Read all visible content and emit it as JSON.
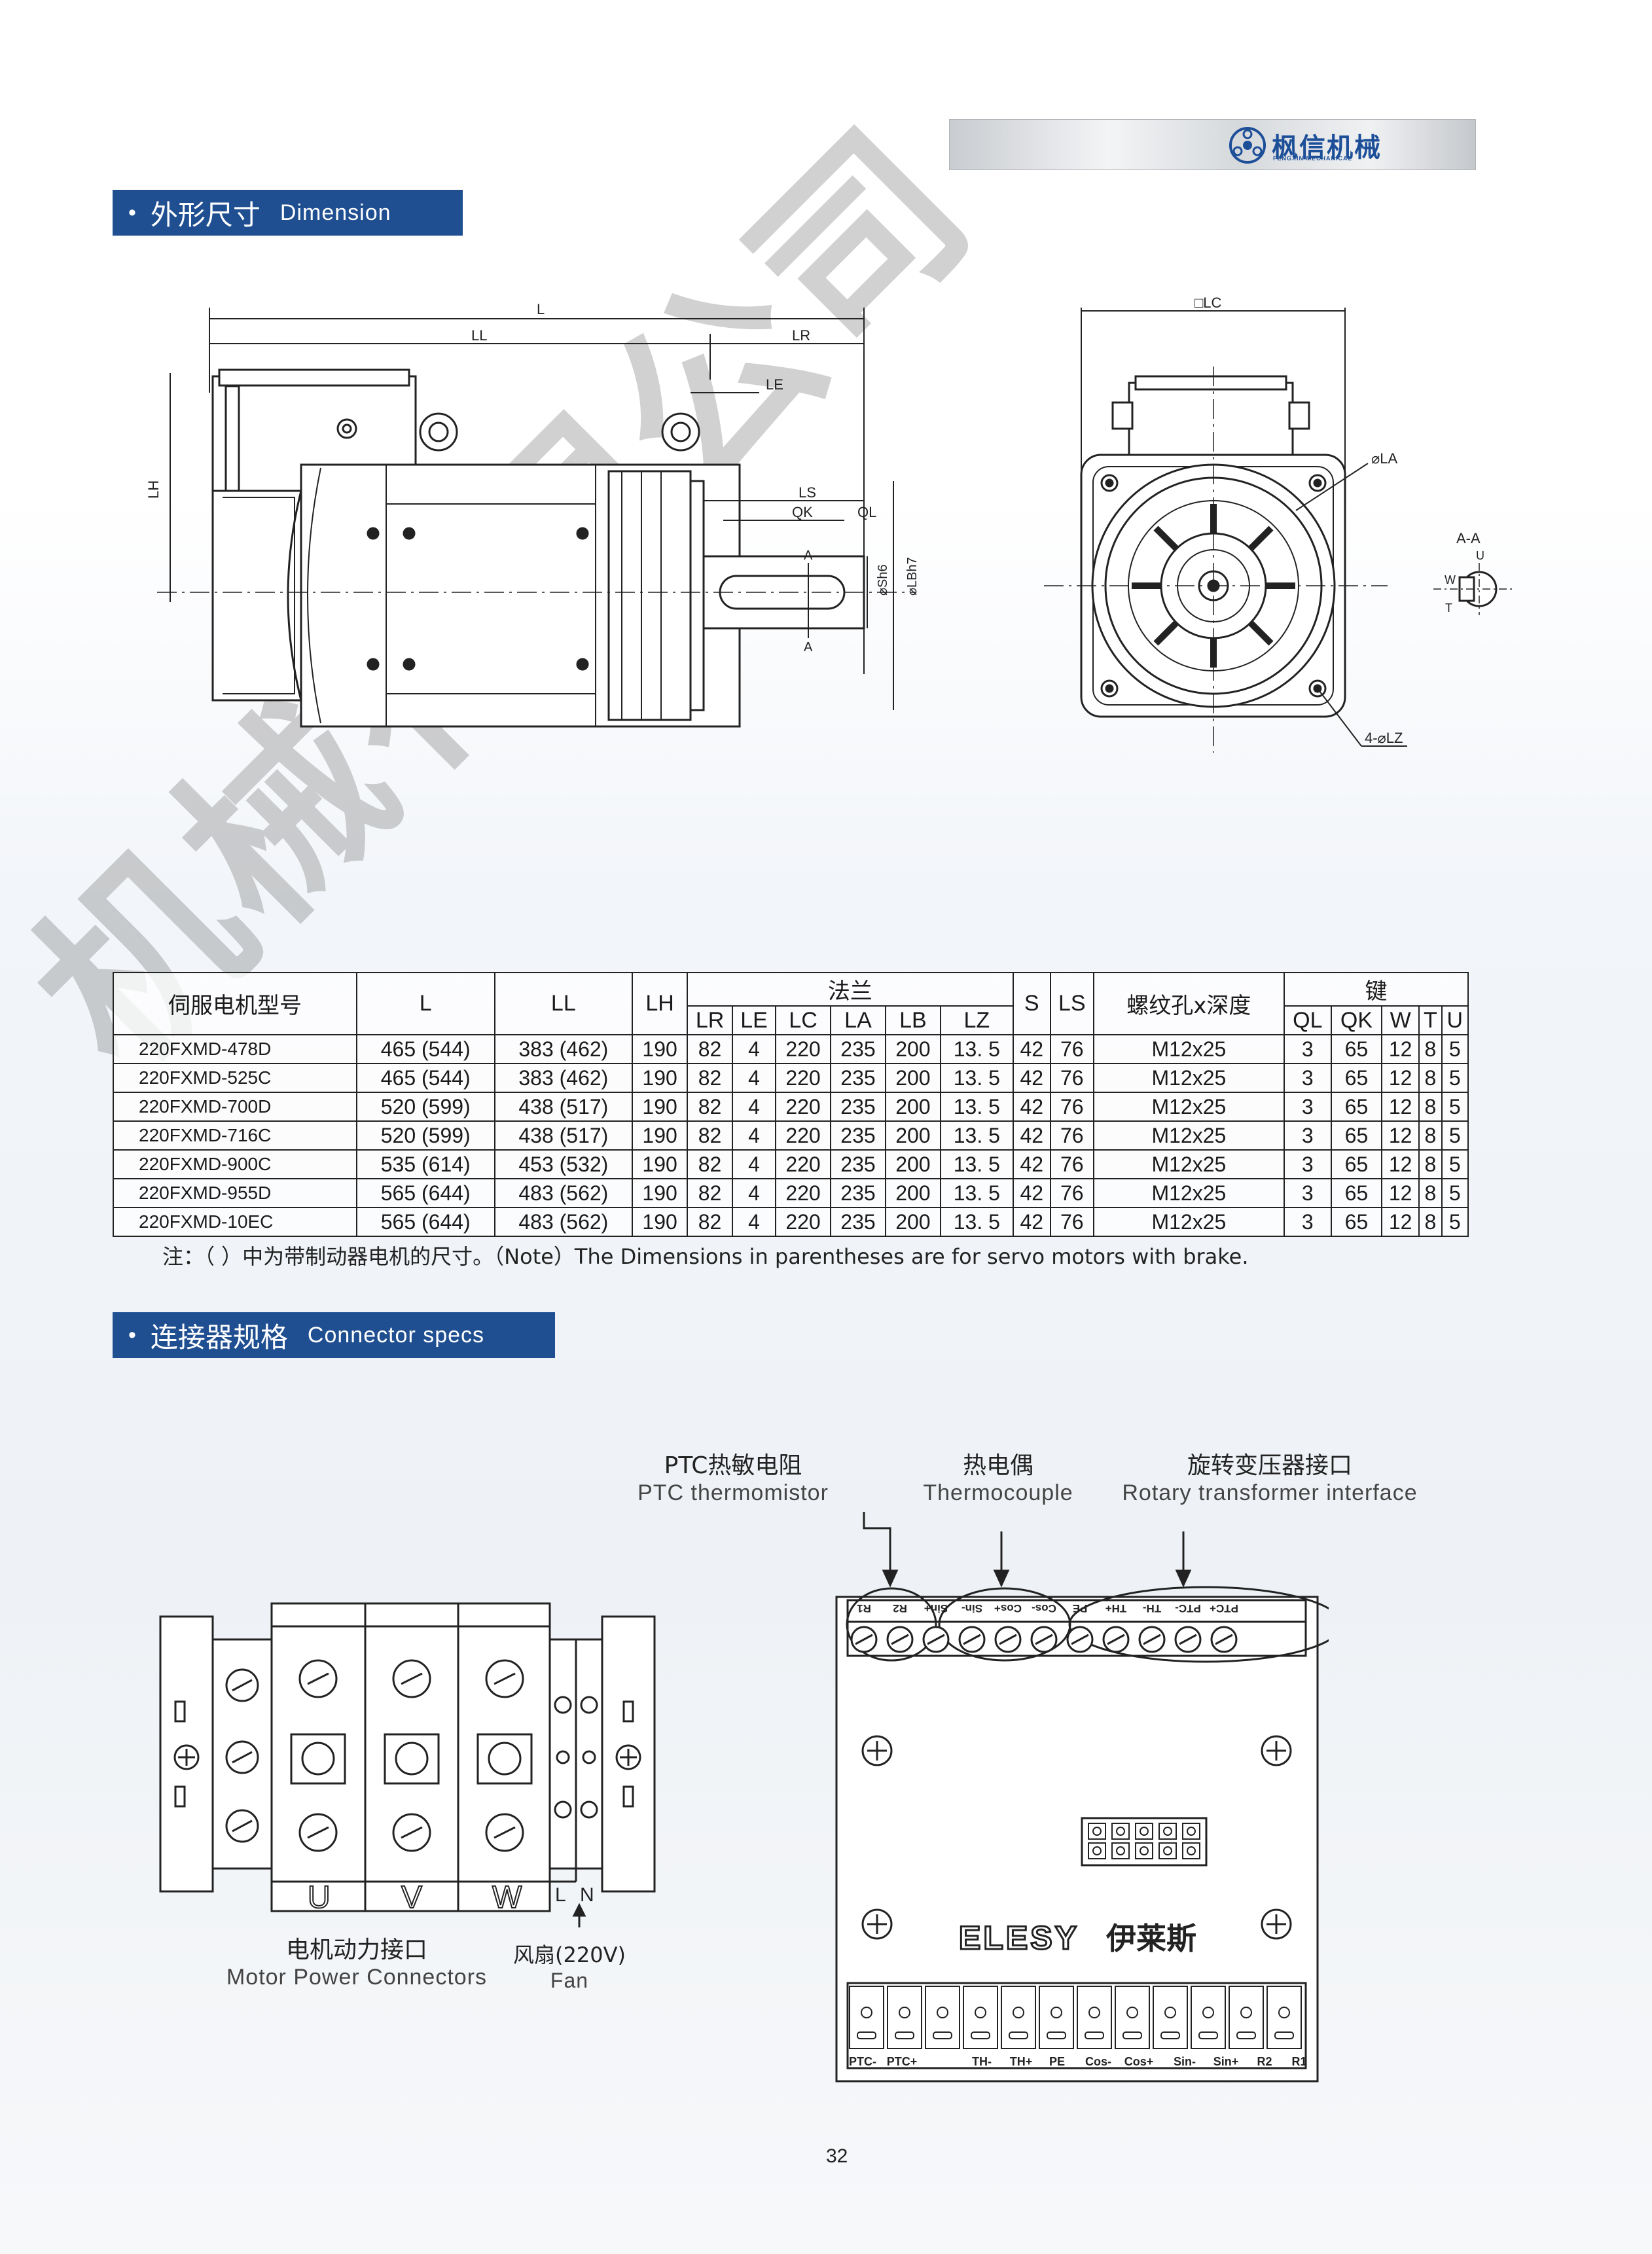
{
  "brand": {
    "name_cn": "枫信机械",
    "name_en": "FENGXIN MECHANICAL",
    "color": "#1d4f99"
  },
  "watermark": "机械有限公司",
  "sections": {
    "dimension": {
      "cn": "外形尺寸",
      "en": "Dimension"
    },
    "connector": {
      "cn": "连接器规格",
      "en": "Connector specs"
    }
  },
  "drawing_labels": {
    "L": "L",
    "LL": "LL",
    "LR": "LR",
    "LE": "LE",
    "LH": "LH",
    "LS": "LS",
    "QK": "QK",
    "QL": "QL",
    "A": "A",
    "S": "⌀Sh6",
    "LB": "⌀LBh7",
    "LC": "□LC",
    "LA": "⌀LA",
    "LZ": "4-⌀LZ",
    "AA": "A-A",
    "U": "U",
    "W": "W",
    "T": "T"
  },
  "table": {
    "headers": {
      "model": "伺服电机型号",
      "L": "L",
      "LL": "LL",
      "LH": "LH",
      "flange": "法兰",
      "LR": "LR",
      "LE": "LE",
      "LC": "LC",
      "LA": "LA",
      "LB": "LB",
      "LZ": "LZ",
      "S": "S",
      "LS": "LS",
      "thread": "螺纹孔x深度",
      "key": "键",
      "QL": "QL",
      "QK": "QK",
      "W": "W",
      "T": "T",
      "U": "U"
    },
    "rows": [
      [
        "220FXMD-478D",
        "465 (544)",
        "383 (462)",
        "190",
        "82",
        "4",
        "220",
        "235",
        "200",
        "13. 5",
        "42",
        "76",
        "M12x25",
        "3",
        "65",
        "12",
        "8",
        "5"
      ],
      [
        "220FXMD-525C",
        "465 (544)",
        "383 (462)",
        "190",
        "82",
        "4",
        "220",
        "235",
        "200",
        "13. 5",
        "42",
        "76",
        "M12x25",
        "3",
        "65",
        "12",
        "8",
        "5"
      ],
      [
        "220FXMD-700D",
        "520 (599)",
        "438 (517)",
        "190",
        "82",
        "4",
        "220",
        "235",
        "200",
        "13. 5",
        "42",
        "76",
        "M12x25",
        "3",
        "65",
        "12",
        "8",
        "5"
      ],
      [
        "220FXMD-716C",
        "520 (599)",
        "438 (517)",
        "190",
        "82",
        "4",
        "220",
        "235",
        "200",
        "13. 5",
        "42",
        "76",
        "M12x25",
        "3",
        "65",
        "12",
        "8",
        "5"
      ],
      [
        "220FXMD-900C",
        "535 (614)",
        "453 (532)",
        "190",
        "82",
        "4",
        "220",
        "235",
        "200",
        "13. 5",
        "42",
        "76",
        "M12x25",
        "3",
        "65",
        "12",
        "8",
        "5"
      ],
      [
        "220FXMD-955D",
        "565 (644)",
        "483 (562)",
        "190",
        "82",
        "4",
        "220",
        "235",
        "200",
        "13. 5",
        "42",
        "76",
        "M12x25",
        "3",
        "65",
        "12",
        "8",
        "5"
      ],
      [
        "220FXMD-10EC",
        "565 (644)",
        "483 (562)",
        "190",
        "82",
        "4",
        "220",
        "235",
        "200",
        "13. 5",
        "42",
        "76",
        "M12x25",
        "3",
        "65",
        "12",
        "8",
        "5"
      ]
    ]
  },
  "note": "注：（ ）中为带制动器电机的尺寸。（Note）The Dimensions in parentheses are for servo motors with brake.",
  "connector_labels": {
    "ptc": {
      "cn": "PTC热敏电阻",
      "en": "PTC thermomistor"
    },
    "thermocouple": {
      "cn": "热电偶",
      "en": "Thermocouple"
    },
    "rotary": {
      "cn": "旋转变压器接口",
      "en": "Rotary transformer interface"
    },
    "power": {
      "cn": "电机动力接口",
      "en": "Motor Power Connectors"
    },
    "fan": {
      "cn": "风扇(220V)",
      "en": "Fan"
    }
  },
  "power_terminals": [
    "U",
    "V",
    "W"
  ],
  "fan_terminals": [
    "L",
    "N"
  ],
  "signal_top_labels": [
    "PTC+",
    "PTC-",
    "TH-",
    "TH+",
    "PE",
    "Cos-",
    "Cos+",
    "Sin-",
    "Sin+",
    "R2",
    "R1"
  ],
  "signal_bottom_labels": [
    "PTC-",
    "PTC+",
    "TH-",
    "TH+",
    "PE",
    "Cos-",
    "Cos+",
    "Sin-",
    "Sin+",
    "R2",
    "R1"
  ],
  "signal_brand": {
    "en": "ELESY",
    "cn": "伊莱斯"
  },
  "page_number": "32"
}
